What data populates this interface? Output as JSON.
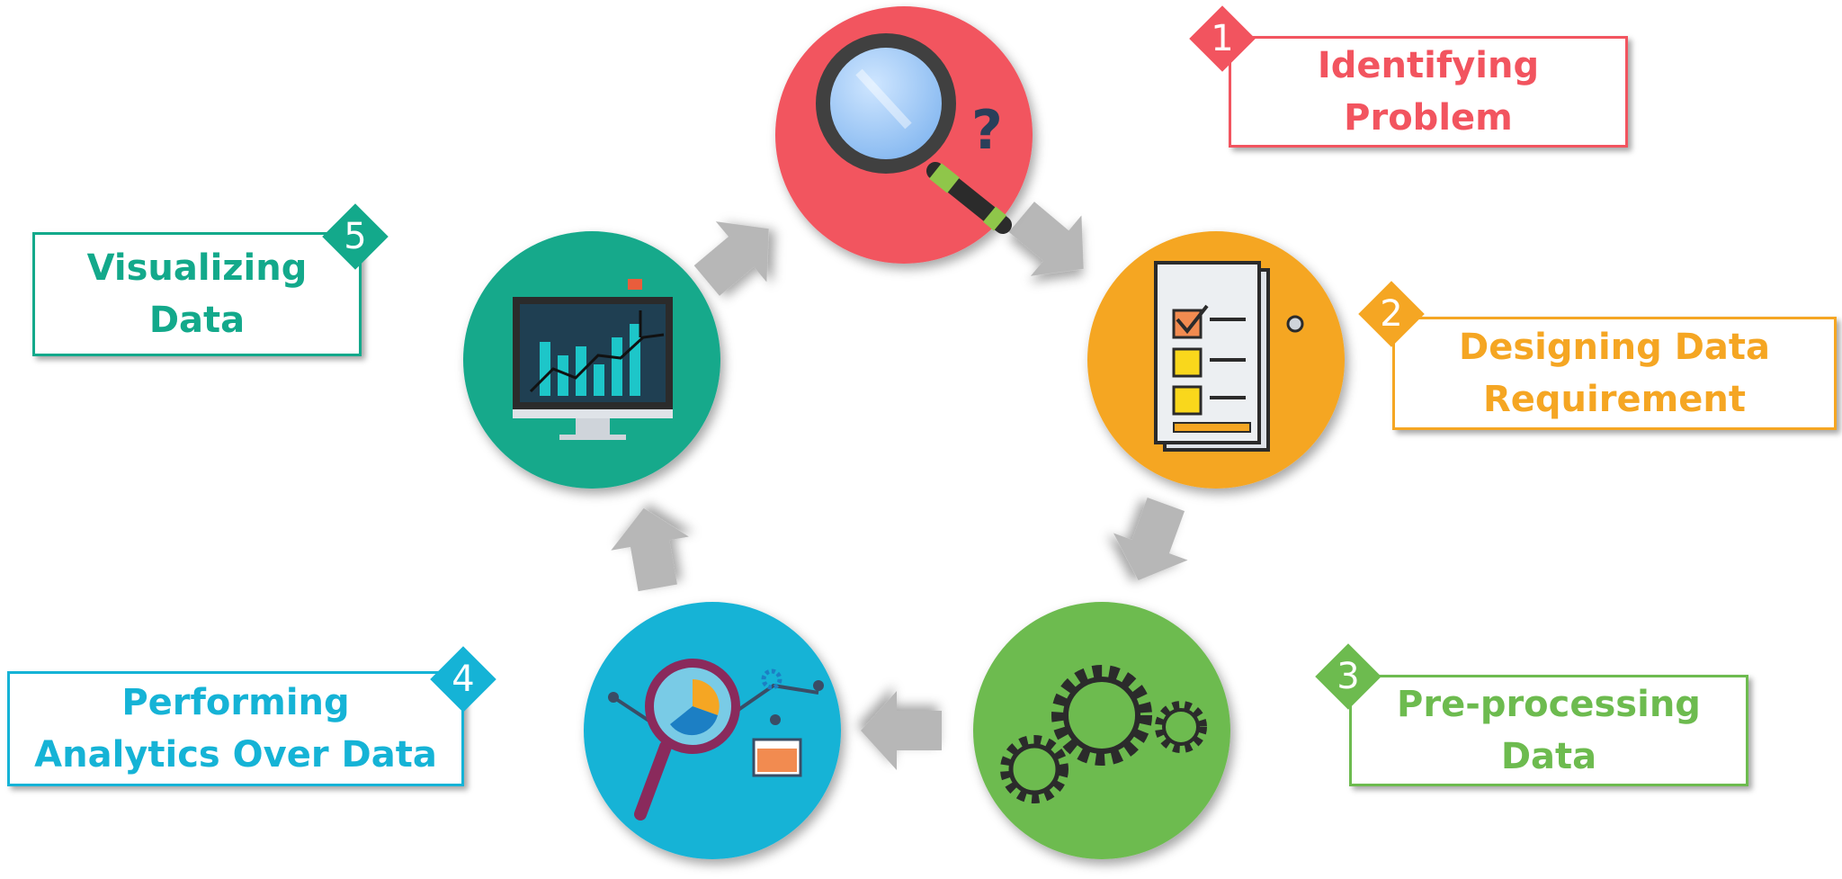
{
  "steps": [
    {
      "number": "1",
      "label": "Identifying Problem",
      "color": "#f2545f",
      "icon": "magnifier-question-icon"
    },
    {
      "number": "2",
      "label": "Designing Data Requirement",
      "color": "#f5a623",
      "icon": "checklist-document-icon"
    },
    {
      "number": "3",
      "label": "Pre-processing Data",
      "color": "#6dbb4f",
      "icon": "gears-icon"
    },
    {
      "number": "4",
      "label": "Performing Analytics Over Data",
      "color": "#15b3d6",
      "icon": "analytics-magnifier-icon"
    },
    {
      "number": "5",
      "label": "Visualizing Data",
      "color": "#13a98b",
      "icon": "monitor-chart-icon"
    }
  ],
  "arrow_color": "#b7b7b7"
}
